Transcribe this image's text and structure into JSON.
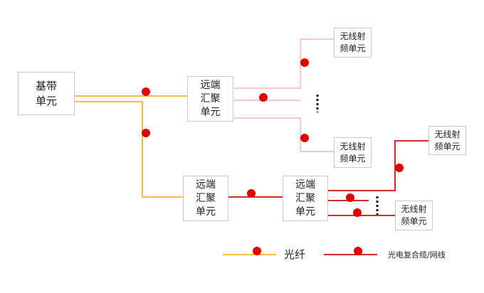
{
  "diagram": {
    "nodes": {
      "bbu": {
        "label": "基带\n单元"
      },
      "agg_top": {
        "label": "远端\n汇聚\n单元"
      },
      "agg_bottom_left": {
        "label": "远端\n汇聚\n单元"
      },
      "agg_bottom_right": {
        "label": "远端\n汇聚\n单元"
      },
      "rru_top_1": {
        "label": "无线射\n频单元"
      },
      "rru_top_2": {
        "label": "无线射\n频单元"
      },
      "rru_right_1": {
        "label": "无线射\n频单元"
      },
      "rru_right_2": {
        "label": "无线射\n频单元"
      }
    },
    "edges": [
      {
        "from": "bbu",
        "to": "agg_top",
        "type": "fiber"
      },
      {
        "from": "bbu",
        "to": "agg_bottom_left",
        "type": "fiber"
      },
      {
        "from": "agg_top",
        "to": "rru_top_1",
        "type": "composite"
      },
      {
        "from": "agg_top",
        "to": "ellipsis",
        "type": "composite"
      },
      {
        "from": "agg_top",
        "to": "rru_top_2",
        "type": "composite"
      },
      {
        "from": "agg_bottom_left",
        "to": "agg_bottom_right",
        "type": "composite"
      },
      {
        "from": "agg_bottom_right",
        "to": "rru_right_1",
        "type": "composite"
      },
      {
        "from": "agg_bottom_right",
        "to": "ellipsis",
        "type": "composite"
      },
      {
        "from": "agg_bottom_right",
        "to": "rru_right_2",
        "type": "composite"
      }
    ],
    "colors": {
      "fiber": "#f0c040",
      "composite_light": "#f0b8b8",
      "composite": "#d22b2b",
      "dot": "#e00000"
    }
  },
  "legend": {
    "fiber_label": "光纤",
    "composite_label": "光电复合缆/网线"
  }
}
